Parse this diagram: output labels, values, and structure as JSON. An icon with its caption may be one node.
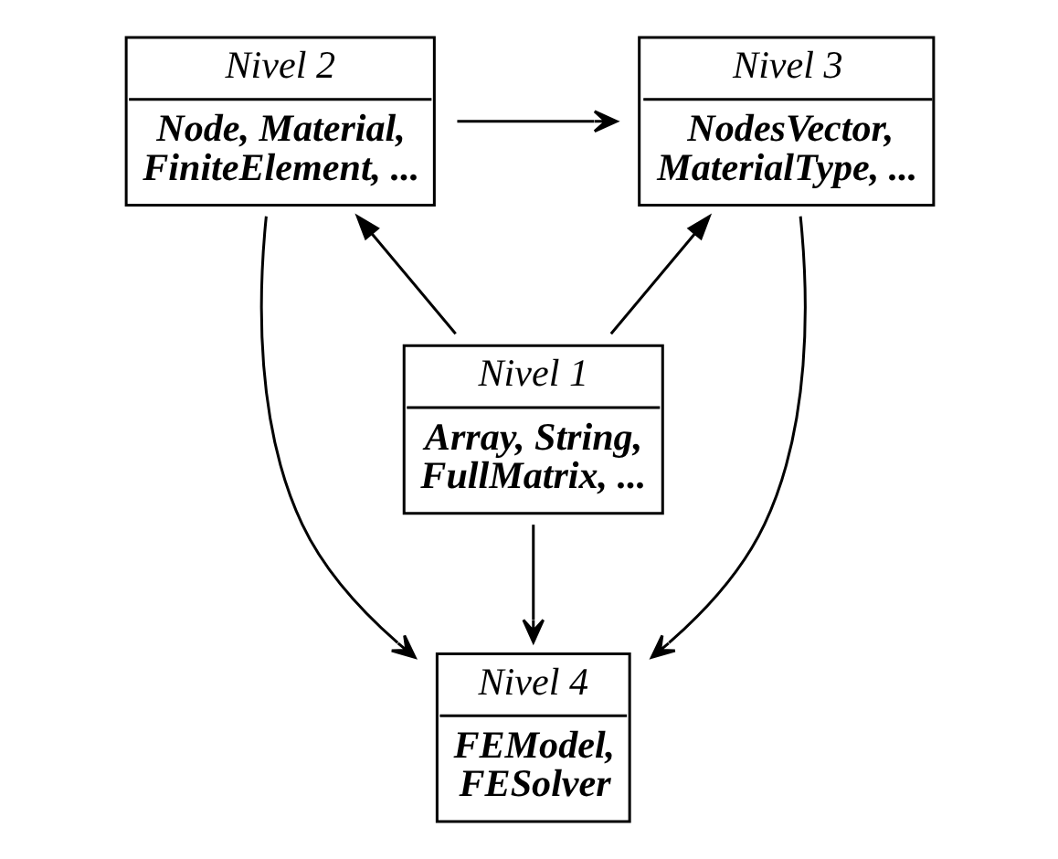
{
  "diagram": {
    "nodes": [
      {
        "text": [
          "Nivel 2",
          "Node, Material, FiniteElement, ..."
        ]
      },
      {
        "text": [
          "Nivel 3",
          "NodesVector, MaterialType, ..."
        ]
      },
      {
        "text": [
          "Nivel 1",
          "Array, String, FullMatrix, ..."
        ]
      },
      {
        "text": [
          "Nivel 4",
          "FEModel, FESolver"
        ]
      }
    ],
    "edges": [
      {
        "from": 0,
        "to": 1,
        "arrow": "to"
      },
      {
        "from": 2,
        "to": 0,
        "arrow": "to"
      },
      {
        "from": 2,
        "to": 1,
        "arrow": "to"
      },
      {
        "from": 2,
        "to": 3,
        "arrow": "to"
      },
      {
        "from": 0,
        "to": 3,
        "arrow": "to"
      },
      {
        "from": 1,
        "to": 3,
        "arrow": "to"
      }
    ]
  }
}
